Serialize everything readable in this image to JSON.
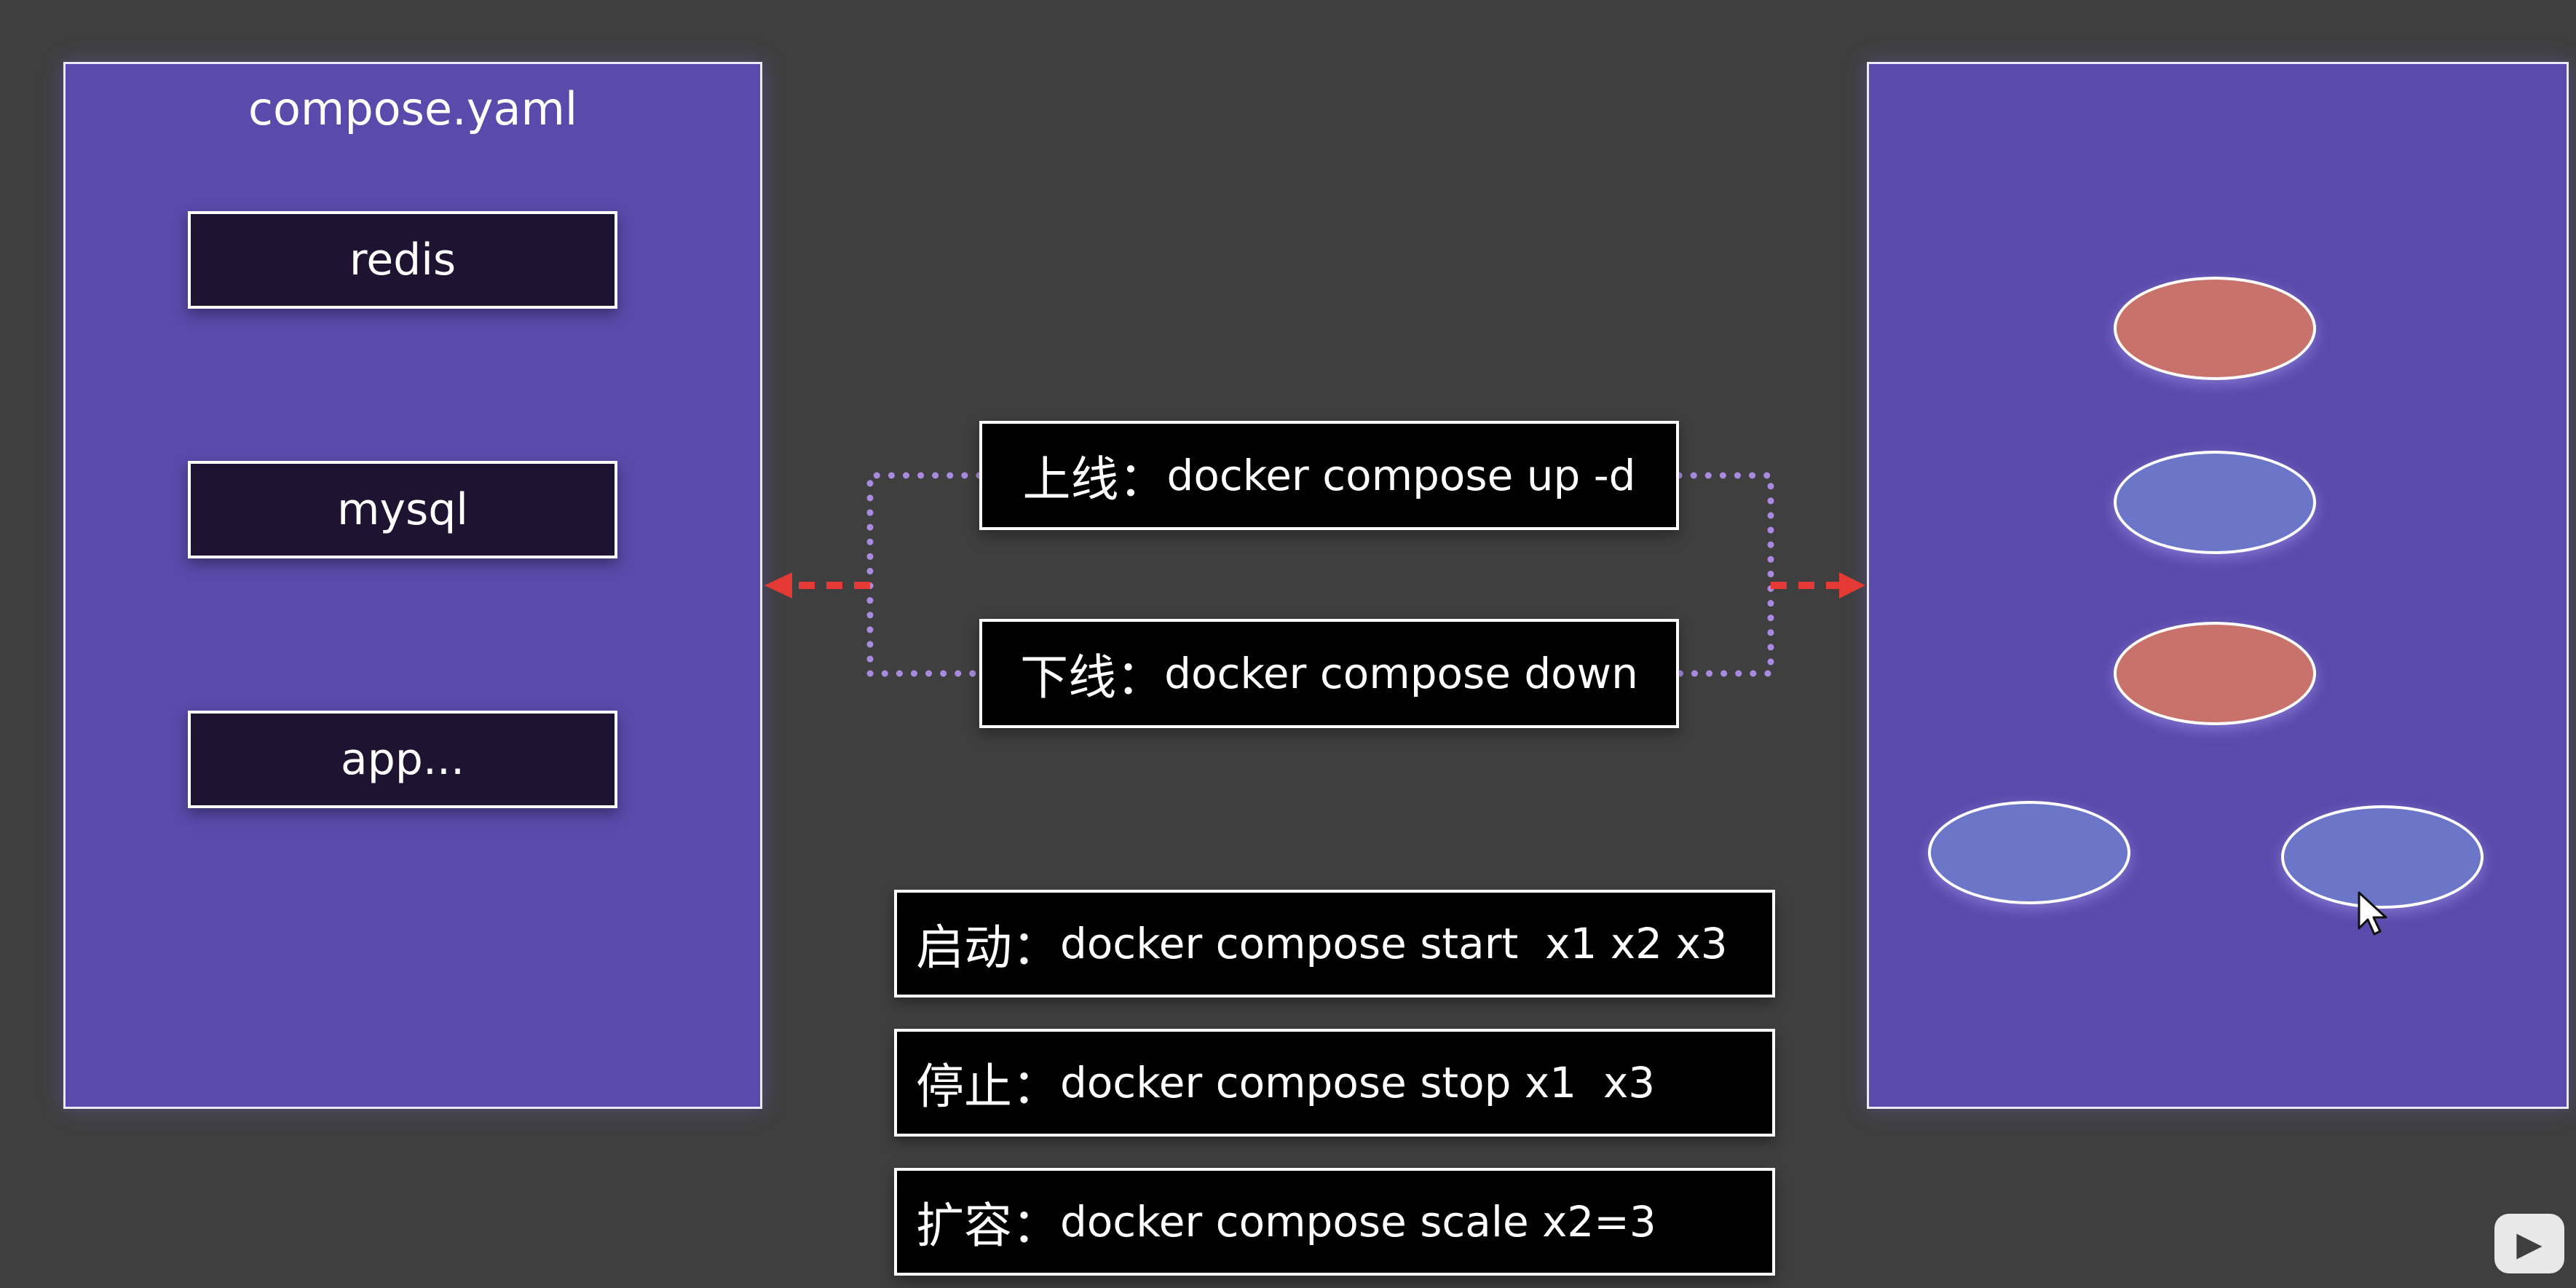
{
  "left_panel": {
    "title": "compose.yaml",
    "services": [
      "redis",
      "mysql",
      "app..."
    ]
  },
  "commands": {
    "up": {
      "label": "上线：",
      "command": "docker compose up -d"
    },
    "down": {
      "label": "下线：",
      "command": "docker compose down"
    },
    "start": {
      "label": "启动：",
      "command": "docker compose start  x1 x2 x3"
    },
    "stop": {
      "label": "停止：",
      "command": "docker compose stop x1  x3"
    },
    "scale": {
      "label": "扩容：",
      "command": "docker compose scale x2=3"
    }
  },
  "right_panel": {
    "containers": [
      {
        "color": "#c9726c"
      },
      {
        "color": "#6b76c9"
      },
      {
        "color": "#c9726c"
      },
      {
        "color": "#6b76c9"
      },
      {
        "color": "#6b76c9"
      }
    ]
  },
  "colors": {
    "background": "#3f3f3f",
    "panel": "#5a4aab",
    "service_box": "#1e1330",
    "command_box": "#000000",
    "dotted_connector": "#a98ae0",
    "arrow": "#e53935",
    "container_red": "#c9726c",
    "container_blue": "#6b76c9"
  },
  "watermark_icon": "play-tv-icon"
}
